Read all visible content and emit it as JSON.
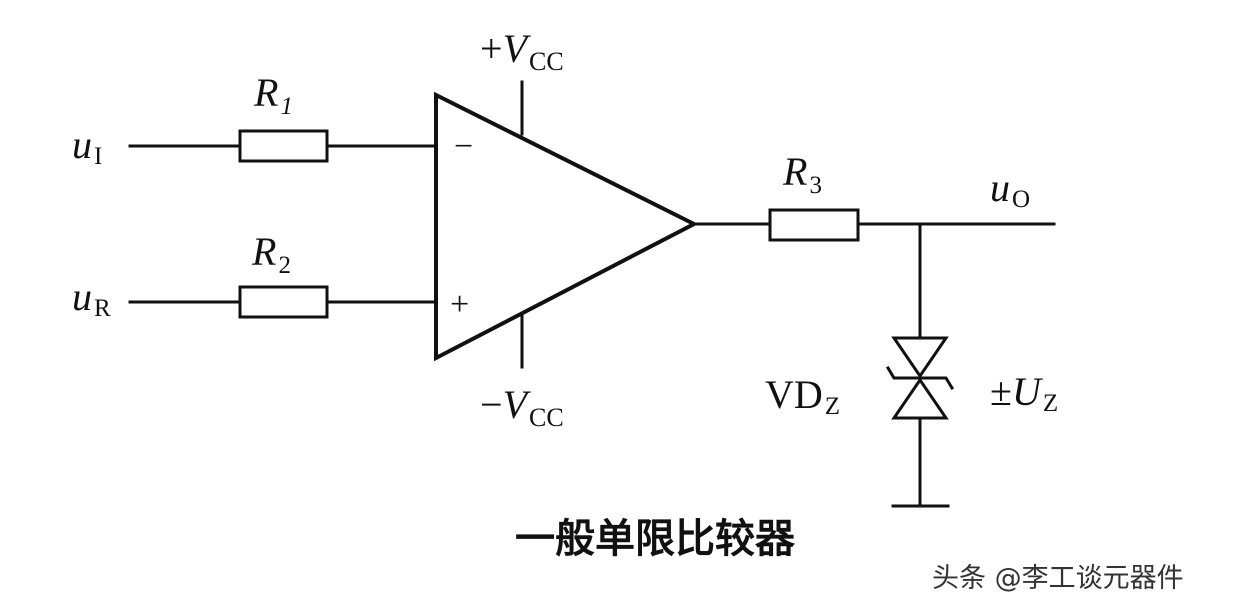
{
  "diagram": {
    "inputs": {
      "u_i": {
        "main": "u",
        "sub": "I"
      },
      "u_r": {
        "main": "u",
        "sub": "R"
      }
    },
    "resistors": {
      "r1": {
        "main": "R",
        "sub": "1"
      },
      "r2": {
        "main": "R",
        "sub": "2"
      },
      "r3": {
        "main": "R",
        "sub": "3"
      }
    },
    "opamp": {
      "minus_sign": "−",
      "plus_sign": "+",
      "pos_supply": {
        "prefix": "+",
        "main": "V",
        "sub": "CC"
      },
      "neg_supply": {
        "prefix": "−",
        "main": "V",
        "sub": "CC"
      }
    },
    "output": {
      "main": "u",
      "sub": "O"
    },
    "zener": {
      "label": {
        "main": "VD",
        "sub": "Z"
      },
      "voltage": {
        "prefix": "±",
        "main": "U",
        "sub": "Z"
      }
    },
    "caption": "一般单限比较器"
  },
  "watermark": "头条 @李工谈元器件",
  "colors": {
    "line": "#111111",
    "background": "#ffffff"
  }
}
